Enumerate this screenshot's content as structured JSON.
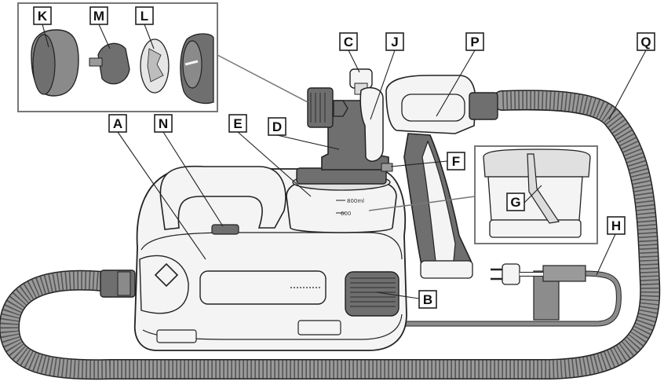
{
  "callouts": {
    "A": "A",
    "B": "B",
    "C": "C",
    "D": "D",
    "E": "E",
    "F": "F",
    "G": "G",
    "H": "H",
    "J": "J",
    "K": "K",
    "L": "L",
    "M": "M",
    "N": "N",
    "P": "P",
    "Q": "Q"
  },
  "container_markings": {
    "upper": "800ml",
    "lower": "600"
  },
  "colors": {
    "outline": "#222222",
    "dark_part": "#6f6f6f",
    "light_part": "#f4f4f4",
    "hose": "#8c8c8c"
  }
}
